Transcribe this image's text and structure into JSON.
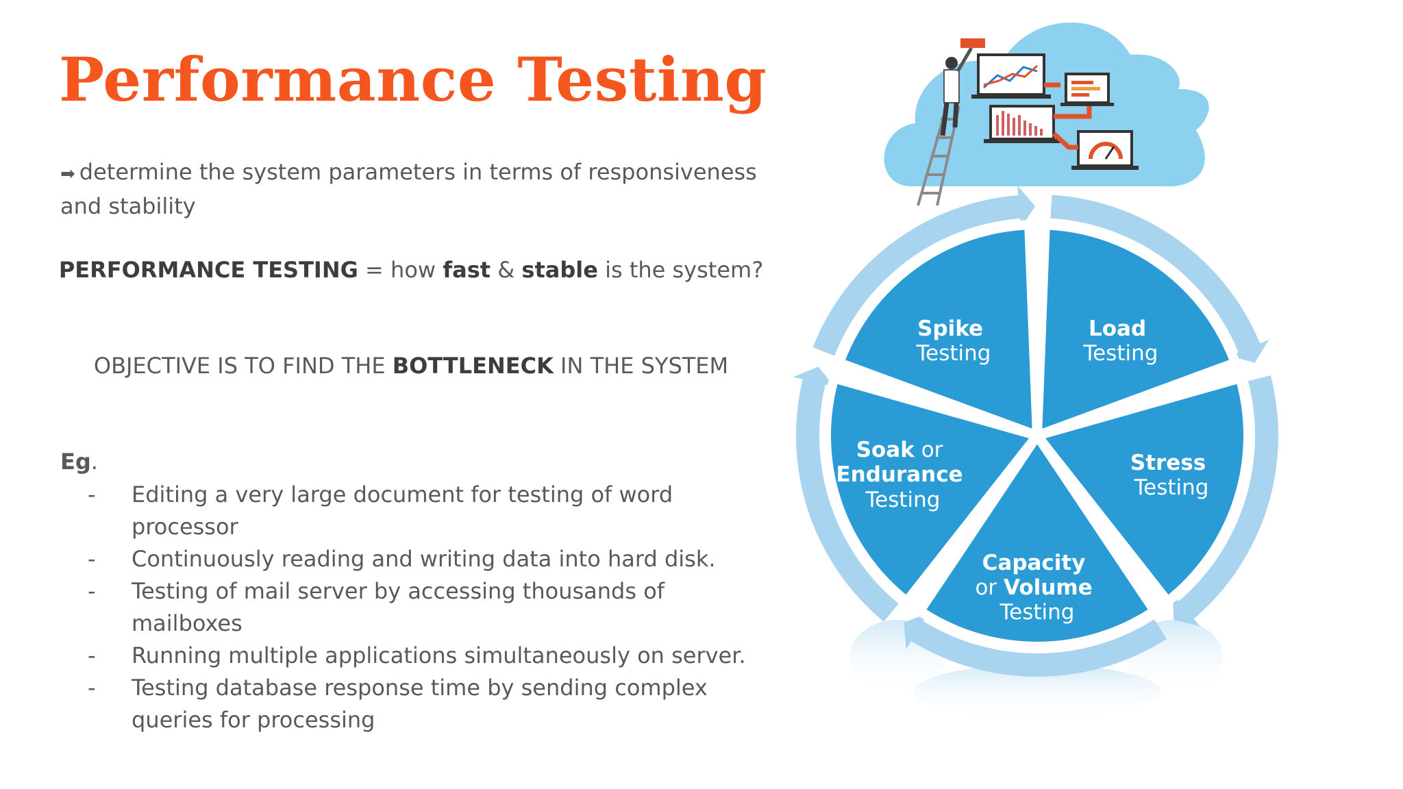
{
  "title": "Performance Testing",
  "intro": {
    "arrow": "➡",
    "text": "determine the system parameters in terms of responsiveness and stability"
  },
  "definition": {
    "term": "PERFORMANCE TESTING",
    "eq": " = how ",
    "fast": "fast",
    "amp": " & ",
    "stable": "stable",
    "rest": " is the system?"
  },
  "objective": {
    "before": "OBJECTIVE IS TO FIND THE ",
    "strong": "BOTTLENECK",
    "after": " IN THE SYSTEM"
  },
  "examples": {
    "label": "Eg",
    "dot": ".",
    "dash": "-",
    "items": [
      "Editing a very large document for testing of word processor",
      "Continuously reading and writing data into hard disk.",
      "Testing of mail server by accessing thousands of mailboxes",
      "Running multiple applications simultaneously on server.",
      "Testing database response time by sending complex queries for processing"
    ]
  },
  "cycle": {
    "segments": [
      {
        "bold": "Spike",
        "normal": "Testing"
      },
      {
        "bold": "Load",
        "normal": "Testing"
      },
      {
        "bold": "Stress",
        "normal": "Testing"
      },
      {
        "bold": "Capacity",
        "pre": "or ",
        "bold2": "Volume",
        "normal": "Testing"
      },
      {
        "bold": "Soak",
        "post": " or",
        "bold2": "Endurance",
        "normal": "Testing"
      }
    ]
  },
  "colors": {
    "title": "#f4561d",
    "segment": "#2a9bd5",
    "ring": "#a9d4f0",
    "cloud": "#8cd1ef"
  }
}
